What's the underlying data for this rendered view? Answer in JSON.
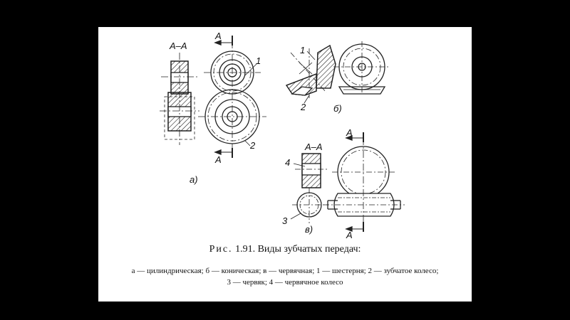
{
  "labels": {
    "section_a": "А–А",
    "section_c": "А–А",
    "arrow_a": "А",
    "part_1": "1",
    "part_2": "2",
    "part_3": "3",
    "part_4": "4",
    "view_a": "а)",
    "view_b": "б)",
    "view_c": "в)"
  },
  "caption": {
    "prefix": "Рис.",
    "title": " 1.91. Виды зубчатых передач:",
    "line1": "а — цилиндрическая; б — коническая; в — червячная; 1 — шестерня; 2 — зубчатое колесо;",
    "line2": "3 — червяк; 4 — червячное колесо"
  }
}
